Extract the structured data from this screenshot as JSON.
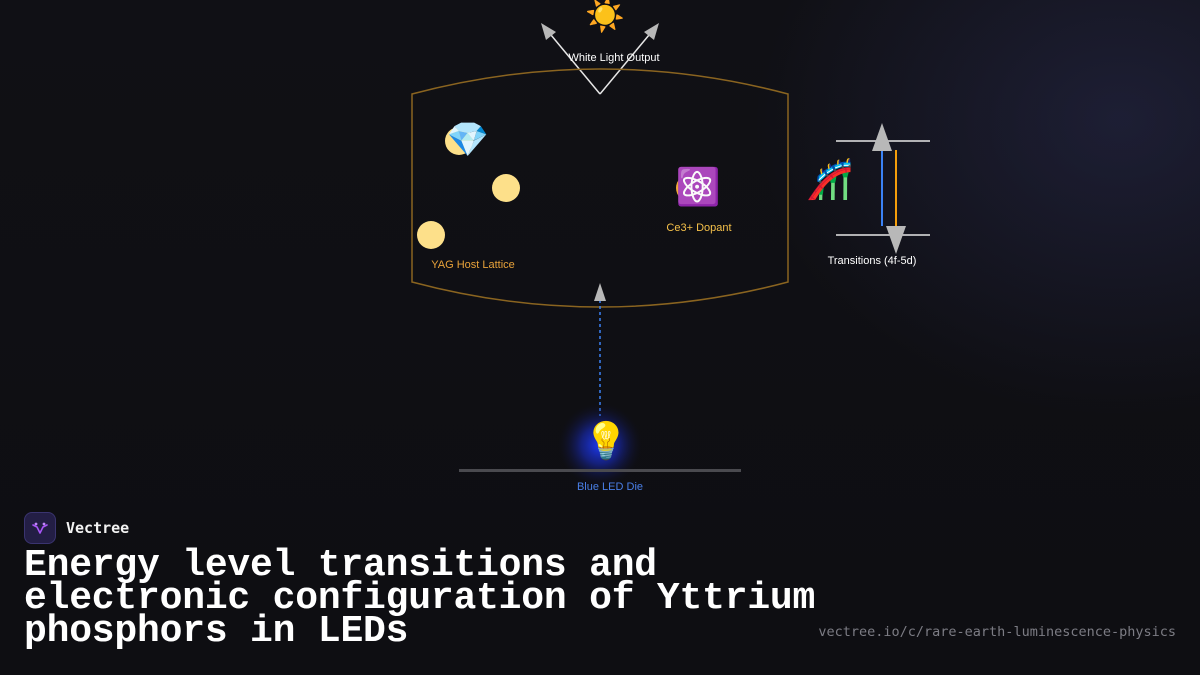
{
  "diagram": {
    "labels": {
      "white_light_output": "White Light Output",
      "yag_host_lattice": "YAG Host Lattice",
      "ce3_dopant": "Ce3+ Dopant",
      "transitions": "Transitions (4f-5d)",
      "blue_led_die": "Blue LED Die"
    },
    "icons": {
      "sun": "☀️",
      "crystal": "💎",
      "atom": "⚛️",
      "energy_ladder": "🎢",
      "light_bulb": "💡"
    },
    "colors": {
      "lattice_outline": "#8a6420",
      "lattice_atom": "#fde08a",
      "yag_label": "#e8a23a",
      "ce_label": "#f5c14a",
      "blue_led": "#3b6fe0",
      "blue_led_label": "#4a7fe8",
      "transition_blue": "#3b82f6",
      "transition_orange": "#f59e0b",
      "arrow_gray": "#b8b8b8"
    }
  },
  "branding": {
    "name": "Vectree",
    "title": "Energy level transitions and electronic configuration of Yttrium phosphors in LEDs",
    "url": "vectree.io/c/rare-earth-luminescence-physics"
  }
}
